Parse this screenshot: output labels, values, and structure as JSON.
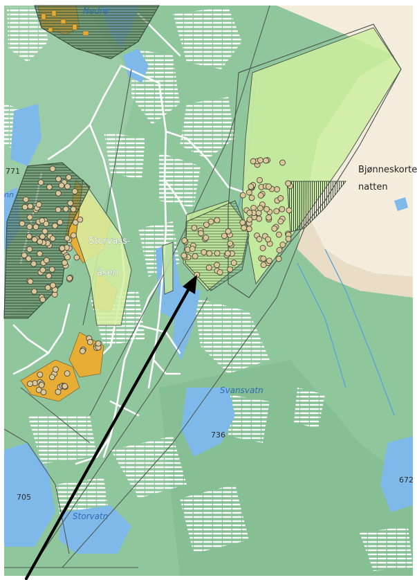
{
  "map": {
    "colors": {
      "forest": "#8fc69c",
      "forest_light": "#a8d6b1",
      "water": "#7fb9ea",
      "marsh_stripe": "#ffffff",
      "mountain": "#f4ecdc",
      "plot_orange": "#e8ad35",
      "zone_lightgreen": "#cdeea0",
      "zone_dark": "#4d6e4f",
      "road": "#ffffff",
      "boundary": "#505a52",
      "arrow": "#000000"
    },
    "labels": {
      "lake_nedre": "Nedre",
      "lake_svansvatn": "Svansvatn",
      "lake_storvatn": "Storvatn",
      "place_storvass_1": "Storvass-",
      "place_storvass_2": "åsen",
      "mountain_1": "Bjønneskorte",
      "mountain_2": "natten",
      "height_771": "771",
      "height_736": "736",
      "height_705": "705",
      "height_672": "672",
      "edge_nn": "nn"
    },
    "icons": [
      "arrow-pointer-icon"
    ]
  }
}
